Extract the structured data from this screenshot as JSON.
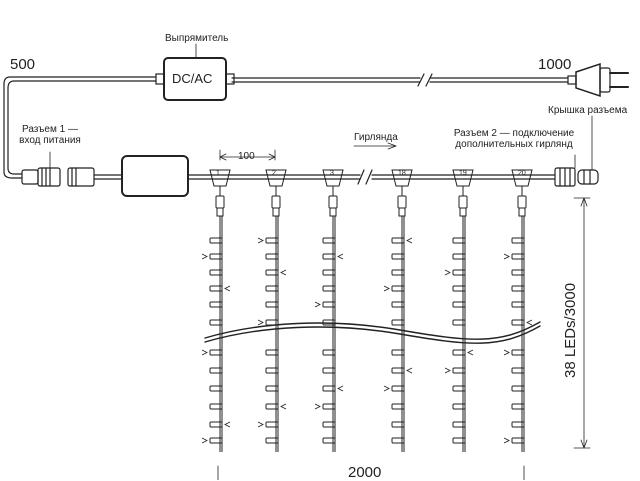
{
  "labels": {
    "rectifier": "Выпрямитель",
    "dc_ac": "DC/AC",
    "dim_500": "500",
    "dim_1000": "1000",
    "connector_cap": "Крышка разъема",
    "connector1_line1": "Разъем 1 —",
    "connector1_line2": "вход питания",
    "garland": "Гирлянда",
    "connector2_line1": "Разъем 2 — подключение",
    "connector2_line2": "дополнительных гирлянд",
    "dim_100": "100",
    "height": "38 LEDs/3000",
    "width": "2000"
  },
  "strand_numbers": [
    "1",
    "2",
    "3",
    "18",
    "19",
    "20"
  ],
  "colors": {
    "stroke": "#222222",
    "background": "#ffffff"
  }
}
